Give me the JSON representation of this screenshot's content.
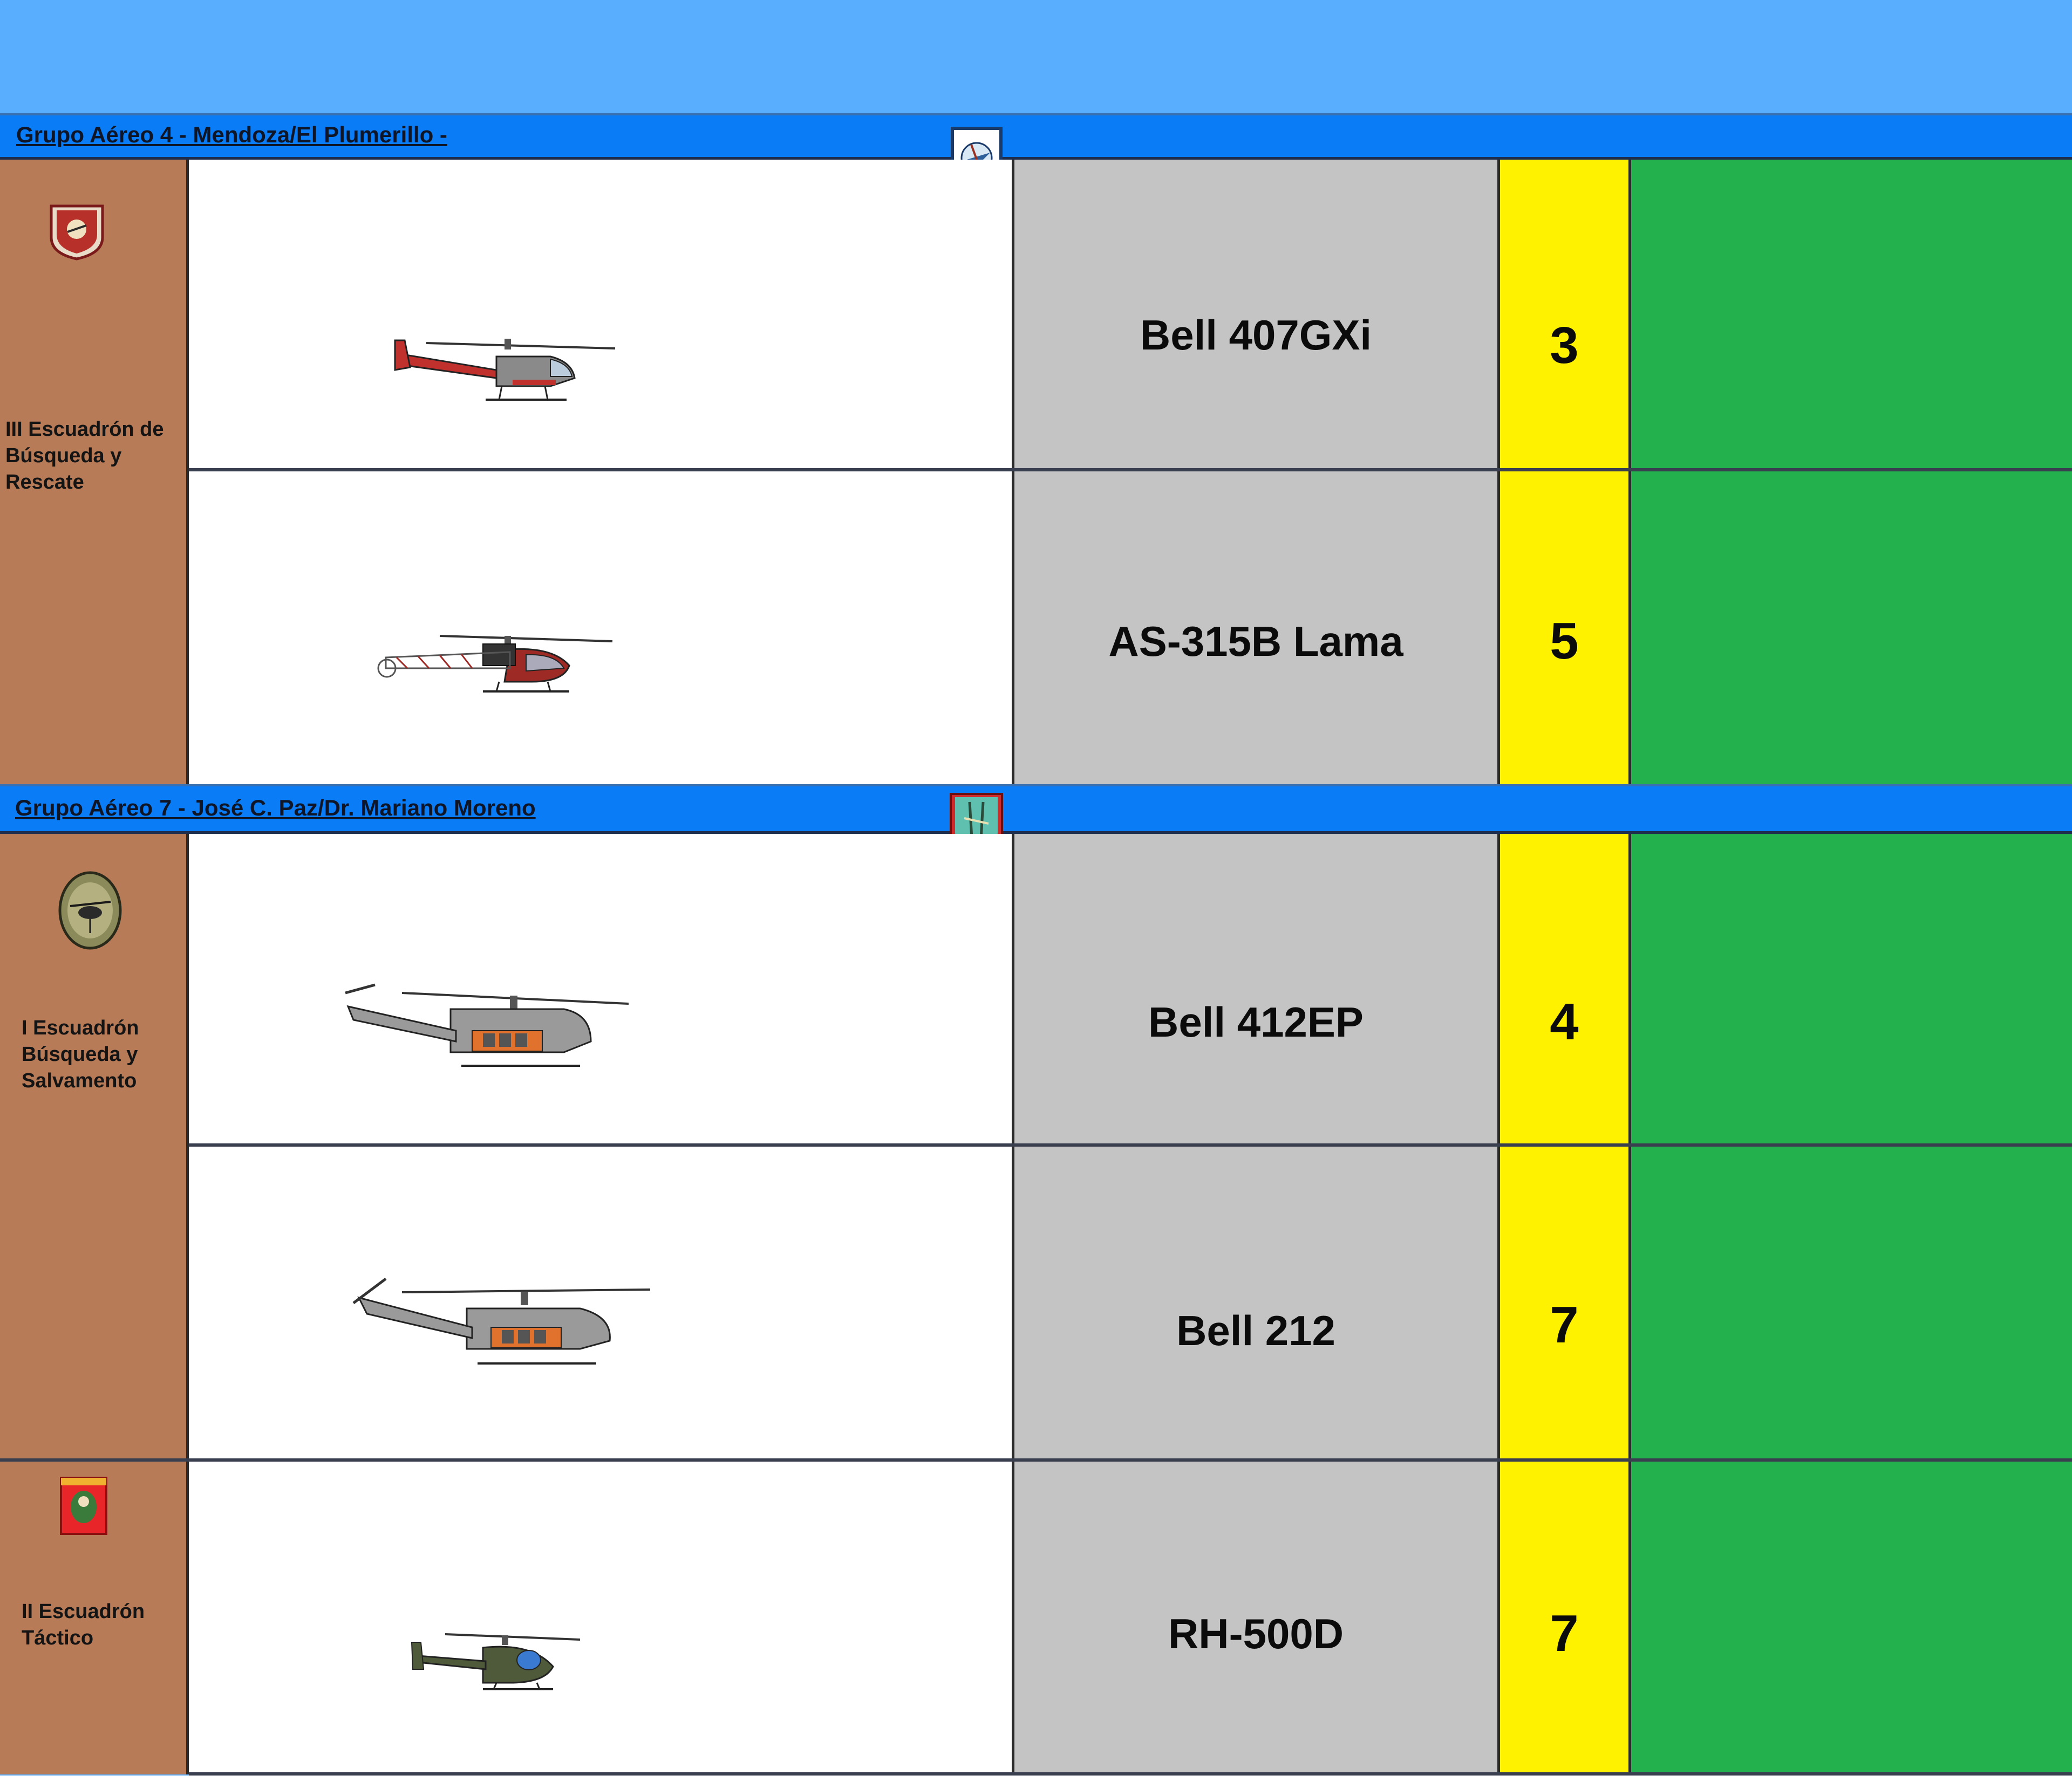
{
  "groups": [
    {
      "title": "Grupo Aéreo 4 - Mendoza/El Plumerillo -",
      "badge_icon": "group4-shield-icon",
      "units": [
        {
          "name": "III Escuadrón de Búsqueda y Rescate",
          "emblem_icon": "squadron-shield-icon",
          "rows": [
            {
              "model": "Bell 407GXi",
              "count": "3",
              "heli_icon": "bell-407-helicopter-icon",
              "colors": {
                "body": "#8a8a8a",
                "accent": "#c0302c"
              }
            },
            {
              "model": "AS-315B Lama",
              "count": "5",
              "heli_icon": "lama-helicopter-icon",
              "colors": {
                "body": "#9e2a26",
                "accent": "#6a6a6a"
              }
            }
          ]
        }
      ]
    },
    {
      "title": "Grupo Aéreo 7 - José C. Paz/Dr. Mariano Moreno",
      "badge_icon": "group7-shield-icon",
      "units": [
        {
          "name": "I Escuadrón Búsqueda y Salvamento",
          "emblem_icon": "search-rescue-round-emblem-icon",
          "rows": [
            {
              "model": "Bell 412EP",
              "count": "4",
              "heli_icon": "bell-412-helicopter-icon",
              "colors": {
                "body": "#9a9a9a",
                "accent": "#e0722e"
              }
            },
            {
              "model": "Bell 212",
              "count": "7",
              "heli_icon": "bell-212-helicopter-icon",
              "colors": {
                "body": "#9a9a9a",
                "accent": "#e0722e"
              }
            }
          ]
        },
        {
          "name": "II Escuadrón Táctico",
          "emblem_icon": "tactical-red-banner-icon",
          "rows": [
            {
              "model": "RH-500D",
              "count": "7",
              "heli_icon": "rh-500-helicopter-icon",
              "colors": {
                "body": "#4f5a3a",
                "accent": "#3a7ad0"
              }
            }
          ]
        }
      ]
    }
  ]
}
